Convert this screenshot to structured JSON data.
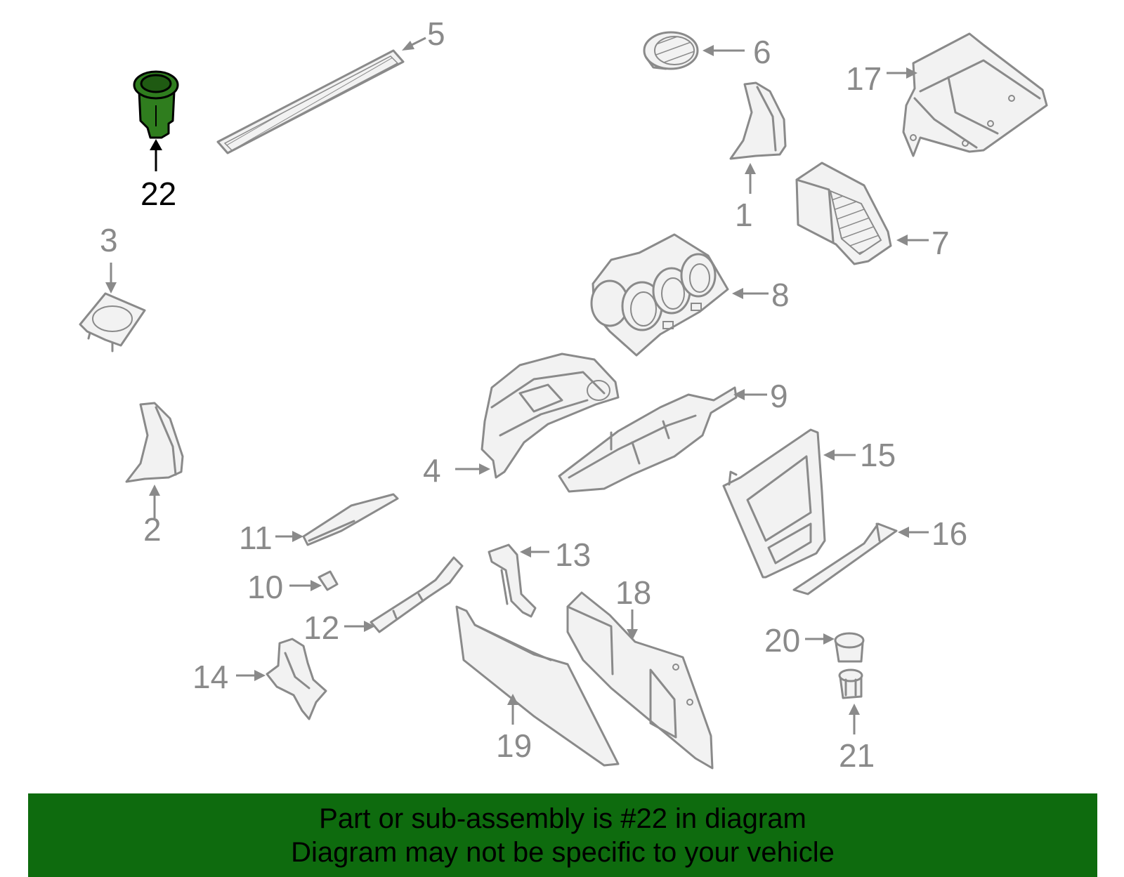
{
  "callouts": [
    {
      "id": "1",
      "label": "1"
    },
    {
      "id": "2",
      "label": "2"
    },
    {
      "id": "3",
      "label": "3"
    },
    {
      "id": "4",
      "label": "4"
    },
    {
      "id": "5",
      "label": "5"
    },
    {
      "id": "6",
      "label": "6"
    },
    {
      "id": "7",
      "label": "7"
    },
    {
      "id": "8",
      "label": "8"
    },
    {
      "id": "9",
      "label": "9"
    },
    {
      "id": "10",
      "label": "10"
    },
    {
      "id": "11",
      "label": "11"
    },
    {
      "id": "12",
      "label": "12"
    },
    {
      "id": "13",
      "label": "13"
    },
    {
      "id": "14",
      "label": "14"
    },
    {
      "id": "15",
      "label": "15"
    },
    {
      "id": "16",
      "label": "16"
    },
    {
      "id": "17",
      "label": "17"
    },
    {
      "id": "18",
      "label": "18"
    },
    {
      "id": "19",
      "label": "19"
    },
    {
      "id": "20",
      "label": "20"
    },
    {
      "id": "21",
      "label": "21"
    },
    {
      "id": "22",
      "label": "22"
    }
  ],
  "highlighted_part": "22",
  "colors": {
    "highlight": "#2f7d1e",
    "banner": "#0e6b0e",
    "part_outline": "#8a8a8a"
  },
  "banner": {
    "line1": "Part or sub-assembly is #22 in diagram",
    "line2": "Diagram may not be specific to your vehicle"
  }
}
